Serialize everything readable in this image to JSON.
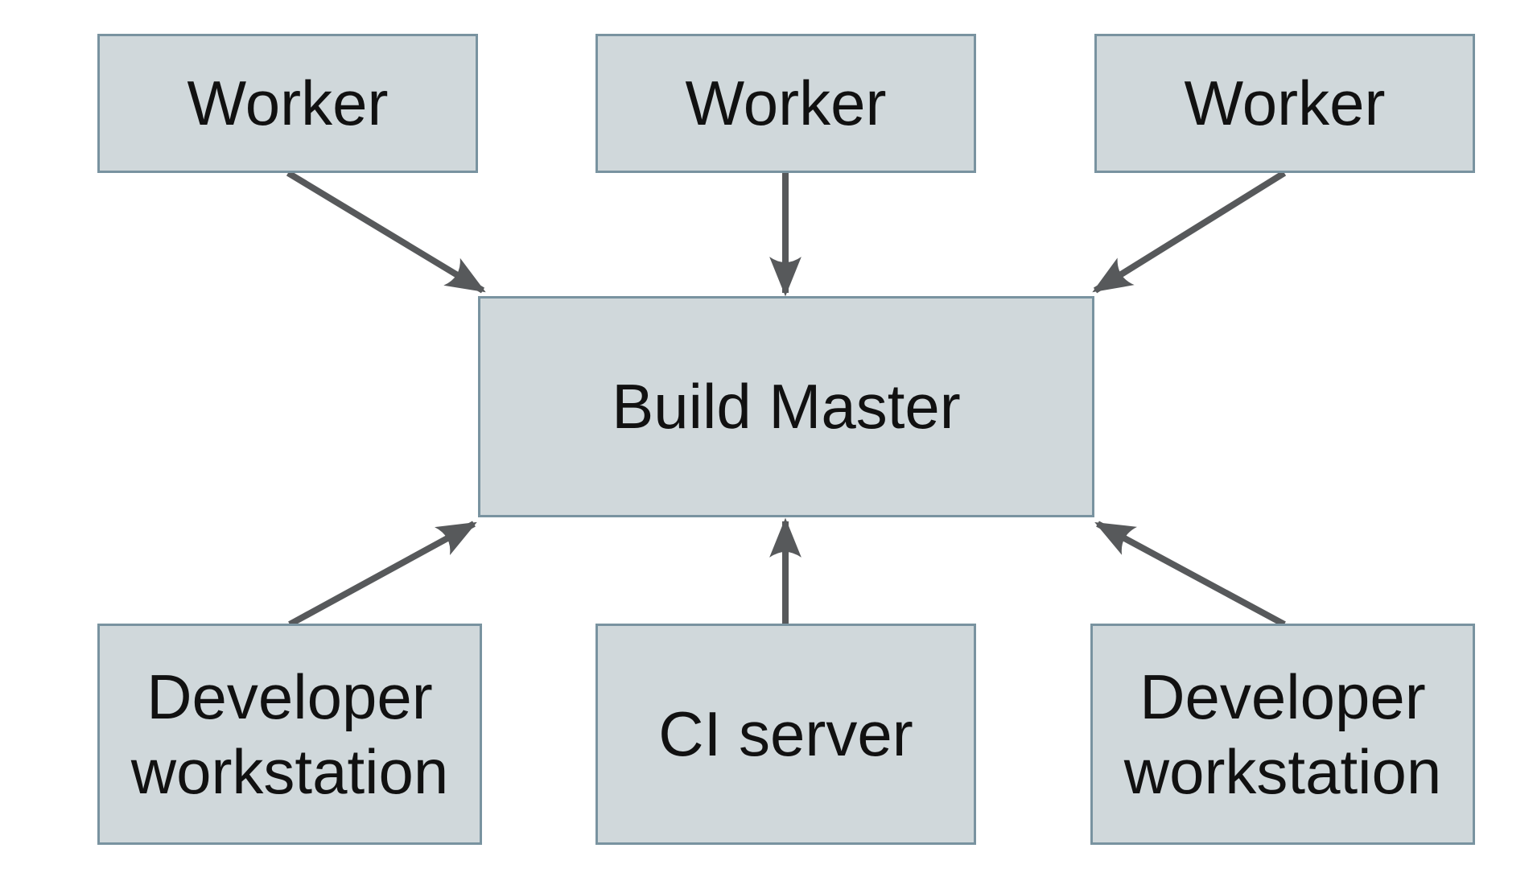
{
  "diagram": {
    "nodes": {
      "worker_left": {
        "label": "Worker"
      },
      "worker_center": {
        "label": "Worker"
      },
      "worker_right": {
        "label": "Worker"
      },
      "build_master": {
        "label": "Build Master"
      },
      "developer_workstation_left": {
        "label": "Developer workstation"
      },
      "ci_server": {
        "label": "CI server"
      },
      "developer_workstation_right": {
        "label": "Developer workstation"
      }
    },
    "edges": [
      {
        "from": "worker_left",
        "to": "build_master"
      },
      {
        "from": "worker_center",
        "to": "build_master"
      },
      {
        "from": "worker_right",
        "to": "build_master"
      },
      {
        "from": "developer_workstation_left",
        "to": "build_master"
      },
      {
        "from": "ci_server",
        "to": "build_master"
      },
      {
        "from": "developer_workstation_right",
        "to": "build_master"
      }
    ],
    "colors": {
      "background": "#ffffff",
      "node_fill": "#d0d8db",
      "node_border": "#7993a0",
      "arrow": "#57595b",
      "text": "#111111"
    }
  }
}
